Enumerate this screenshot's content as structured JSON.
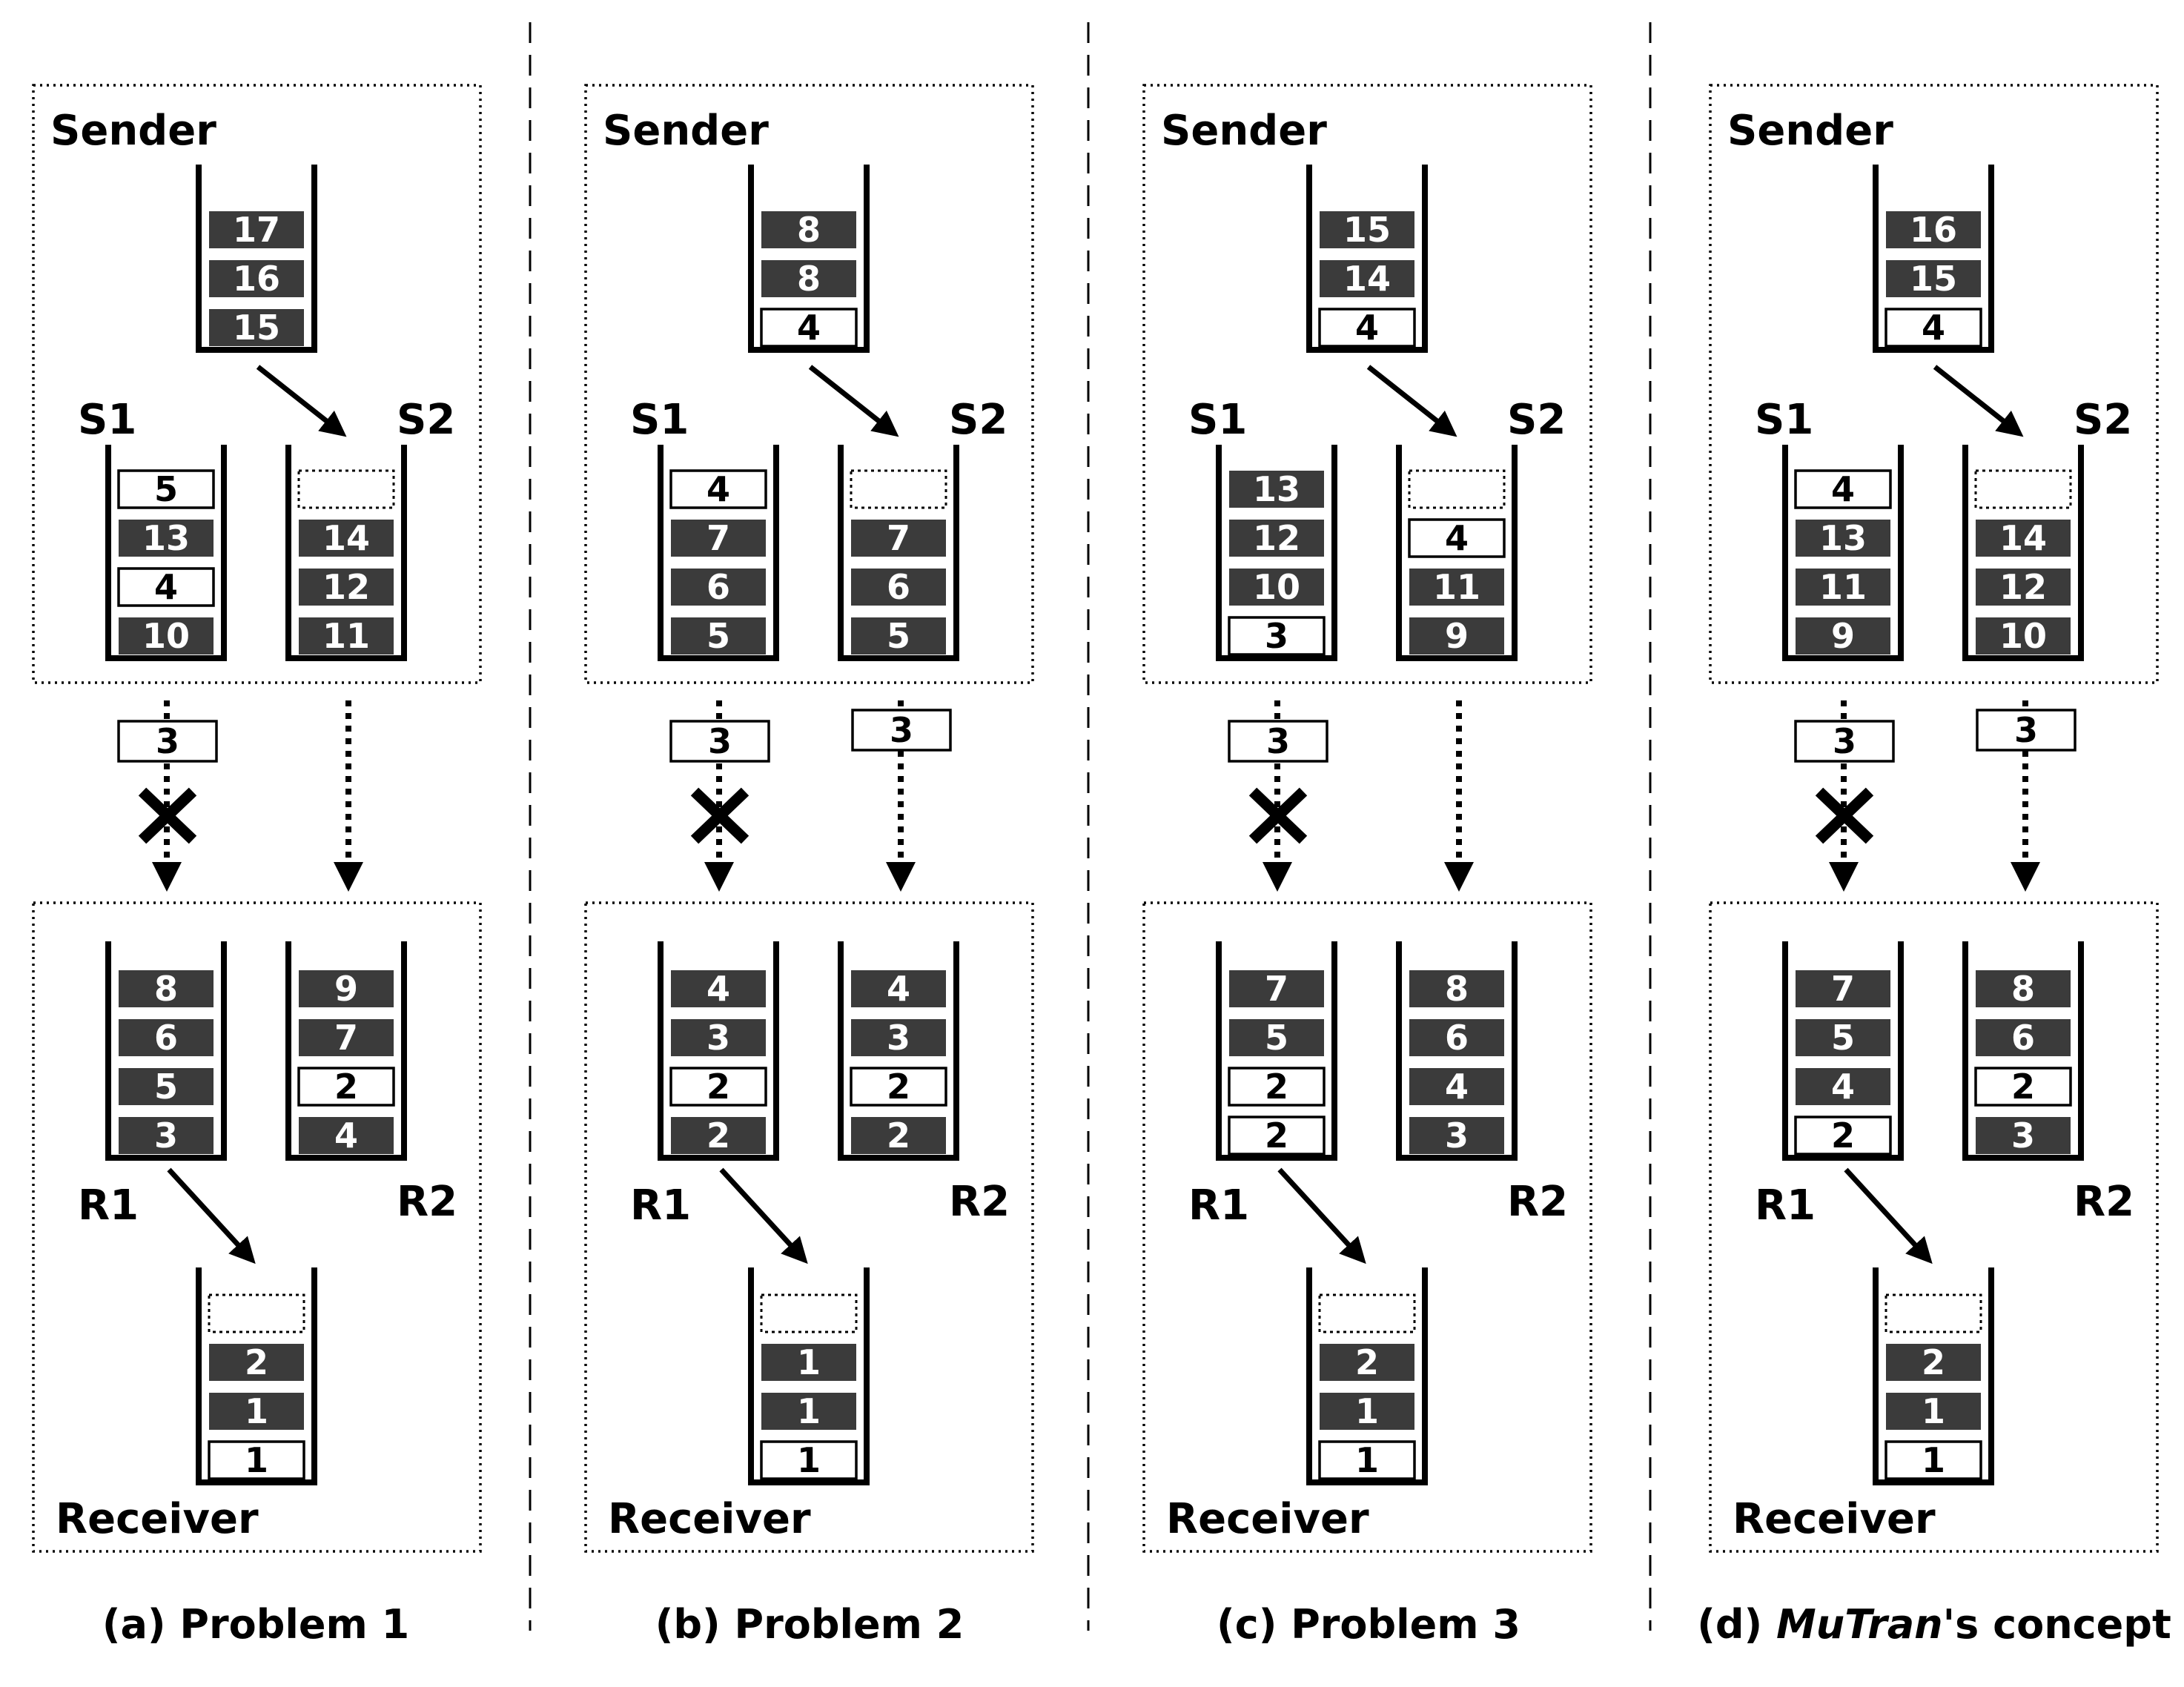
{
  "labels": {
    "sender": "Sender",
    "receiver": "Receiver",
    "s1": "S1",
    "s2": "S2",
    "r1": "R1",
    "r2": "R2"
  },
  "colors": {
    "dark_packet": "#3b3b3b",
    "outline": "#000000"
  },
  "panels": [
    {
      "caption": {
        "prefix": "(a)",
        "name": "Problem 1",
        "name_em": "",
        "name_suffix": ""
      },
      "sender": [
        "17",
        "16",
        "15"
      ],
      "s1": [
        "5",
        "13",
        "4",
        "10"
      ],
      "s2": [
        "",
        "14",
        "12",
        "11"
      ],
      "s1_types": [
        "w",
        "d",
        "w",
        "d"
      ],
      "s2_types": [
        "e",
        "d",
        "d",
        "d"
      ],
      "sender_types": [
        "d",
        "d",
        "d"
      ],
      "inflight": {
        "s1": "3",
        "s1_lost": true,
        "s2": ""
      },
      "r1": [
        "8",
        "6",
        "5",
        "3"
      ],
      "r2": [
        "9",
        "7",
        "2",
        "4"
      ],
      "r1_types": [
        "d",
        "d",
        "d",
        "d"
      ],
      "r2_types": [
        "d",
        "d",
        "w",
        "d"
      ],
      "receiver": [
        "",
        "2",
        "1",
        "1"
      ],
      "receiver_types": [
        "e",
        "d",
        "d",
        "w"
      ]
    },
    {
      "caption": {
        "prefix": "(b)",
        "name": "Problem 2",
        "name_em": "",
        "name_suffix": ""
      },
      "sender": [
        "8",
        "8",
        "4"
      ],
      "sender_types": [
        "d",
        "d",
        "w"
      ],
      "s1": [
        "4",
        "7",
        "6",
        "5"
      ],
      "s1_types": [
        "w",
        "d",
        "d",
        "d"
      ],
      "s2": [
        "",
        "7",
        "6",
        "5"
      ],
      "s2_types": [
        "e",
        "d",
        "d",
        "d"
      ],
      "inflight": {
        "s1": "3",
        "s1_lost": true,
        "s2": "3"
      },
      "r1": [
        "4",
        "3",
        "2",
        "2"
      ],
      "r1_types": [
        "d",
        "d",
        "w",
        "d"
      ],
      "r2": [
        "4",
        "3",
        "2",
        "2"
      ],
      "r2_types": [
        "d",
        "d",
        "w",
        "d"
      ],
      "receiver": [
        "",
        "1",
        "1",
        "1"
      ],
      "receiver_types": [
        "e",
        "d",
        "d",
        "w"
      ]
    },
    {
      "caption": {
        "prefix": "(c)",
        "name": "Problem 3",
        "name_em": "",
        "name_suffix": ""
      },
      "sender": [
        "15",
        "14",
        "4"
      ],
      "sender_types": [
        "d",
        "d",
        "w"
      ],
      "s1": [
        "13",
        "12",
        "10",
        "3"
      ],
      "s1_types": [
        "d",
        "d",
        "d",
        "w"
      ],
      "s2": [
        "",
        "4",
        "11",
        "9"
      ],
      "s2_types": [
        "e",
        "w",
        "d",
        "d"
      ],
      "inflight": {
        "s1": "3",
        "s1_lost": true,
        "s2": ""
      },
      "r1": [
        "7",
        "5",
        "2",
        "2"
      ],
      "r1_types": [
        "d",
        "d",
        "w",
        "w"
      ],
      "r2": [
        "8",
        "6",
        "4",
        "3"
      ],
      "r2_types": [
        "d",
        "d",
        "d",
        "d"
      ],
      "receiver": [
        "",
        "2",
        "1",
        "1"
      ],
      "receiver_types": [
        "e",
        "d",
        "d",
        "w"
      ]
    },
    {
      "caption": {
        "prefix": "(d)",
        "name": "",
        "name_em": "MuTran",
        "name_suffix": "'s concept"
      },
      "sender": [
        "16",
        "15",
        "4"
      ],
      "sender_types": [
        "d",
        "d",
        "w"
      ],
      "s1": [
        "4",
        "13",
        "11",
        "9"
      ],
      "s1_types": [
        "w",
        "d",
        "d",
        "d"
      ],
      "s2": [
        "",
        "14",
        "12",
        "10"
      ],
      "s2_types": [
        "e",
        "d",
        "d",
        "d"
      ],
      "inflight": {
        "s1": "3",
        "s1_lost": true,
        "s2": "3"
      },
      "r1": [
        "7",
        "5",
        "4",
        "2"
      ],
      "r1_types": [
        "d",
        "d",
        "d",
        "w"
      ],
      "r2": [
        "8",
        "6",
        "2",
        "3"
      ],
      "r2_types": [
        "d",
        "d",
        "w",
        "d"
      ],
      "receiver": [
        "",
        "2",
        "1",
        "1"
      ],
      "receiver_types": [
        "e",
        "d",
        "d",
        "w"
      ]
    }
  ]
}
